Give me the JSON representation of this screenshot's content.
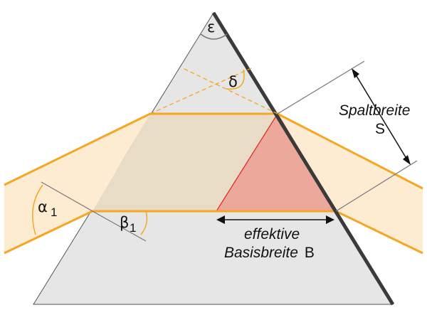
{
  "labels": {
    "epsilon": "ε",
    "delta": "δ",
    "alpha": "α",
    "alpha_sub": "1",
    "beta": "β",
    "beta_sub": "1",
    "spaltbreite": "Spaltbreite",
    "s": "S",
    "effektive": "effektive",
    "basisbreite": "Basisbreite",
    "b": "B"
  },
  "colors": {
    "prism_fill": "#e6e6e6",
    "prism_edge": "#3a3a3a",
    "beam_fill": "#fdebd2",
    "beam_edge": "#f5a623",
    "overlap_fill": "#e9dcc6",
    "triangle_fill": "#eca99b",
    "triangle_edge": "#e0221c",
    "angle_arc": "#f5a623",
    "helper_line": "#777777"
  }
}
